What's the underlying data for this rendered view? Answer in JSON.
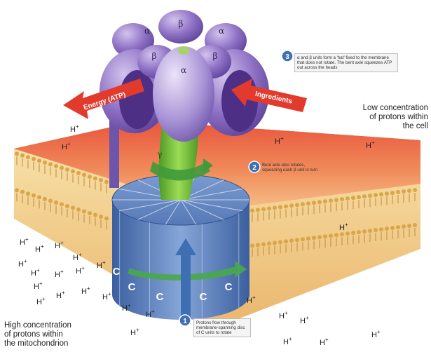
{
  "subunits": {
    "alpha": "α",
    "beta": "β",
    "gamma": "γ",
    "c": "C"
  },
  "proton": {
    "base": "H",
    "sup": "+"
  },
  "arrows": {
    "energy": "Energy (ATP)",
    "ingredients": "Ingredients"
  },
  "labels": {
    "low_concentration": [
      "Low concentration",
      "of protons within",
      "the cell"
    ],
    "high_concentration": [
      "High concentration",
      "of protons within",
      "the mitochondrion"
    ]
  },
  "callouts": [
    {
      "number": "1",
      "text": "Protons flow through membrane-spanning disc of C units to rotate"
    },
    {
      "number": "2",
      "text": "Bent axle also rotates, squeezing each β unit in turn"
    },
    {
      "number": "3",
      "text": "α and β units form a 'hat' fixed to the membrane that does not rotate. The bent axle squeezes ATP out across the heads"
    }
  ],
  "colors": {
    "membrane_top": "#e0403a",
    "membrane_side": "#f1c27d",
    "lipid_head": "#d9a64a",
    "headpiece": "#7f63b8",
    "stalk": "#79c63a",
    "rotor": "#4f76b8",
    "arrow_red": "#e23b2d",
    "callout_badge": "#3e6fb3"
  }
}
